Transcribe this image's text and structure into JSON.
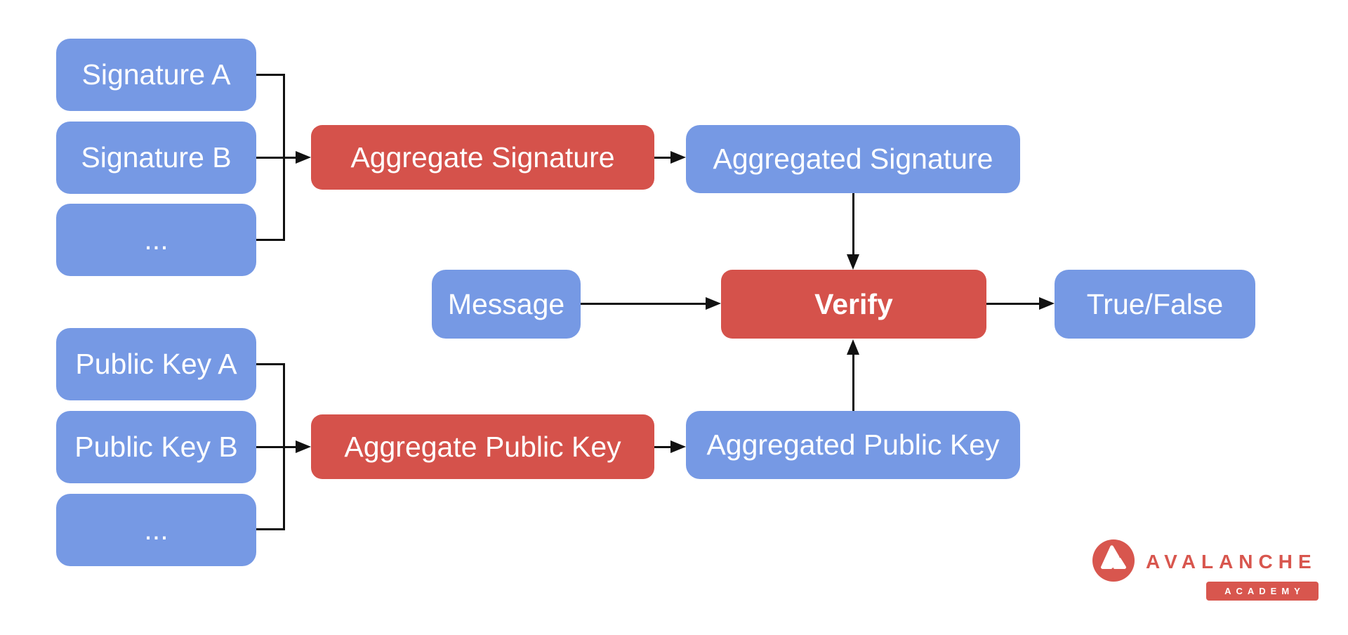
{
  "diagram": {
    "title_hint": "BLS signature aggregation and verification flow",
    "colors": {
      "input_node": "#7699e4",
      "operation_node": "#d5524b",
      "node_text": "#ffffff",
      "connector": "#111111",
      "background": "#ffffff",
      "logo_red": "#d8564e"
    },
    "nodes": {
      "signature_a": "Signature A",
      "signature_b": "Signature B",
      "signature_more": "...",
      "aggregate_signature": "Aggregate Signature",
      "aggregated_signature": "Aggregated Signature",
      "message": "Message",
      "verify": "Verify",
      "true_false": "True/False",
      "public_key_a": "Public Key A",
      "public_key_b": "Public Key B",
      "public_key_more": "...",
      "aggregate_public_key": "Aggregate Public Key",
      "aggregated_public_key": "Aggregated Public Key"
    },
    "edges": [
      {
        "from": "signature_a",
        "to": "aggregate_signature"
      },
      {
        "from": "signature_b",
        "to": "aggregate_signature"
      },
      {
        "from": "signature_more",
        "to": "aggregate_signature"
      },
      {
        "from": "aggregate_signature",
        "to": "aggregated_signature"
      },
      {
        "from": "aggregated_signature",
        "to": "verify"
      },
      {
        "from": "message",
        "to": "verify"
      },
      {
        "from": "public_key_a",
        "to": "aggregate_public_key"
      },
      {
        "from": "public_key_b",
        "to": "aggregate_public_key"
      },
      {
        "from": "public_key_more",
        "to": "aggregate_public_key"
      },
      {
        "from": "aggregate_public_key",
        "to": "aggregated_public_key"
      },
      {
        "from": "aggregated_public_key",
        "to": "verify"
      },
      {
        "from": "verify",
        "to": "true_false"
      }
    ],
    "logo": {
      "brand": "AVALANCHE",
      "sub_brand": "ACADEMY"
    }
  }
}
